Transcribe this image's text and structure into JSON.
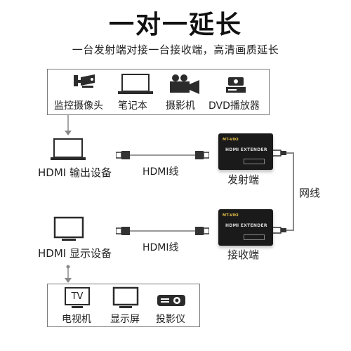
{
  "header": {
    "title": "一对一延长",
    "subtitle": "一台发射端对接一台接收端，高清画质延长"
  },
  "sources": {
    "items": [
      {
        "label": "监控摄像头",
        "icon": "cctv-camera-icon"
      },
      {
        "label": "笔记本",
        "icon": "laptop-icon"
      },
      {
        "label": "摄影机",
        "icon": "video-camera-icon"
      },
      {
        "label": "DVD播放器",
        "icon": "dvd-player-icon"
      }
    ]
  },
  "input_device": {
    "label": "HDMI 输出设备",
    "icon": "laptop-icon"
  },
  "display_device": {
    "label": "HDMI 显示设备",
    "icon": "monitor-icon"
  },
  "cables": {
    "top_label": "HDMI线",
    "bottom_label": "HDMI线",
    "network_label": "网线"
  },
  "transmitter": {
    "label": "发射端",
    "device_text": "HDMI EXTENDER",
    "brand": "MT-VIKI"
  },
  "receiver": {
    "label": "接收端",
    "device_text": "HDMI EXTENDER",
    "brand": "MT-VIKI"
  },
  "outputs": {
    "items": [
      {
        "label": "电视机",
        "icon": "tv-icon",
        "icon_text": "TV"
      },
      {
        "label": "显示屏",
        "icon": "monitor-icon"
      },
      {
        "label": "投影仪",
        "icon": "projector-icon"
      }
    ]
  },
  "colors": {
    "device_body": "#1a1a1a",
    "cable": "#888888",
    "frame": "#7a7a7a"
  }
}
